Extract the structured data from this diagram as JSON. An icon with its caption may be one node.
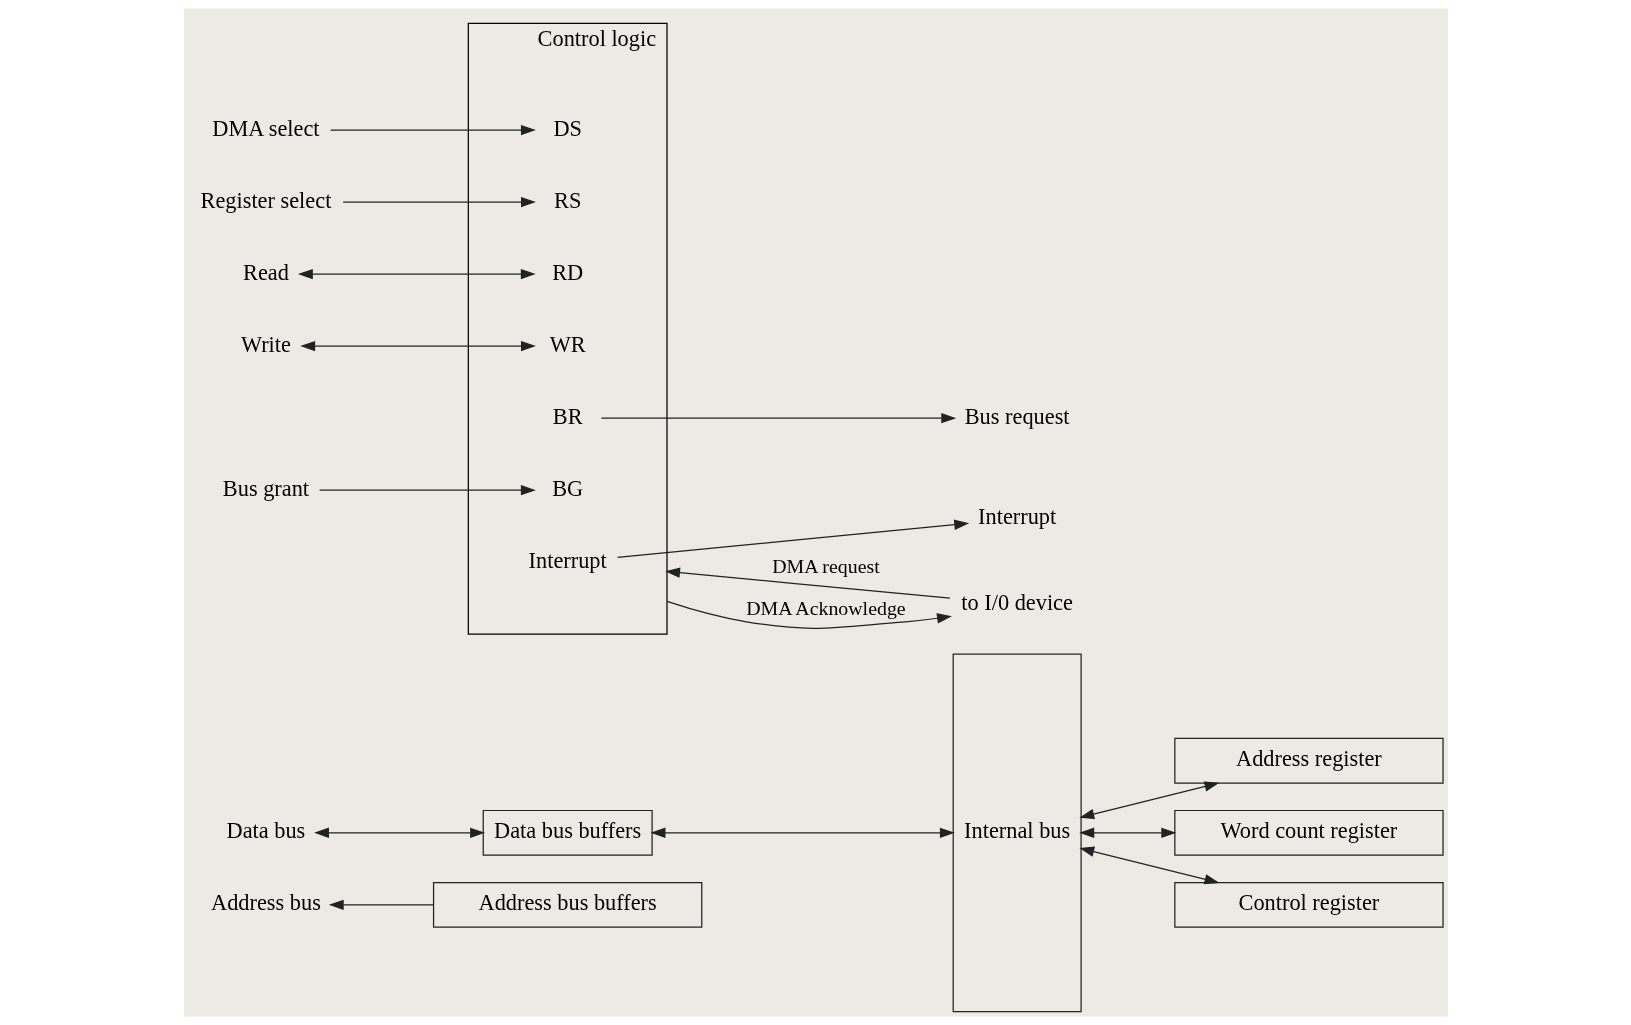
{
  "diagram": {
    "nodes": [
      {
        "text": [
          "Address bus"
        ]
      },
      {
        "text": [
          "Data bus"
        ]
      },
      {
        "text": [
          "Data bus buffers"
        ]
      },
      {
        "text": [
          "Address bus buffers"
        ]
      },
      {
        "text": [
          "Internal bus"
        ]
      },
      {
        "text": [
          "Address register"
        ]
      },
      {
        "text": [
          "Word count register"
        ]
      },
      {
        "text": [
          "Control register"
        ]
      },
      {
        "text": [
          "Control logic"
        ]
      },
      {
        "text": [
          "DS"
        ],
        "in": 8
      },
      {
        "text": [
          "RS"
        ],
        "in": 8
      },
      {
        "text": [
          "RD"
        ],
        "in": 8
      },
      {
        "text": [
          "WR"
        ],
        "in": 8
      },
      {
        "text": [
          "BR"
        ],
        "in": 8
      },
      {
        "text": [
          "BG"
        ],
        "in": 8
      },
      {
        "text": [
          "Interrupt"
        ],
        "in": 8
      },
      {
        "text": [
          "DMA select"
        ]
      },
      {
        "text": [
          "Register select"
        ]
      },
      {
        "text": [
          "Read"
        ]
      },
      {
        "text": [
          "Write"
        ]
      },
      {
        "text": [
          "Bus request"
        ]
      },
      {
        "text": [
          "Bus grant"
        ]
      },
      {
        "text": [
          "Interrupt"
        ]
      },
      {
        "text": [
          "to I/0 device"
        ]
      }
    ],
    "edges": [
      {
        "from": 3,
        "to": 0,
        "arrow": "to"
      },
      {
        "from": 1,
        "to": 2,
        "arrow": "both"
      },
      {
        "from": 2,
        "to": 4,
        "arrow": "both"
      },
      {
        "from": 4,
        "to": 5,
        "arrow": "both"
      },
      {
        "from": 4,
        "to": 6,
        "arrow": "both"
      },
      {
        "from": 4,
        "to": 7,
        "arrow": "both"
      },
      {
        "from": 16,
        "to": 9,
        "arrow": "to"
      },
      {
        "from": 17,
        "to": 10,
        "arrow": "to"
      },
      {
        "from": 18,
        "to": 11,
        "arrow": "both"
      },
      {
        "from": 19,
        "to": 12,
        "arrow": "both"
      },
      {
        "from": 13,
        "to": 20,
        "arrow": "to"
      },
      {
        "from": 21,
        "to": 14,
        "arrow": "to"
      },
      {
        "from": 15,
        "to": 22,
        "arrow": "to"
      },
      {
        "from": 23,
        "to": 8,
        "arrow": "to",
        "label": "DMA request"
      },
      {
        "from": 8,
        "to": 23,
        "arrow": "to",
        "label": "DMA Acknowledge"
      }
    ]
  }
}
